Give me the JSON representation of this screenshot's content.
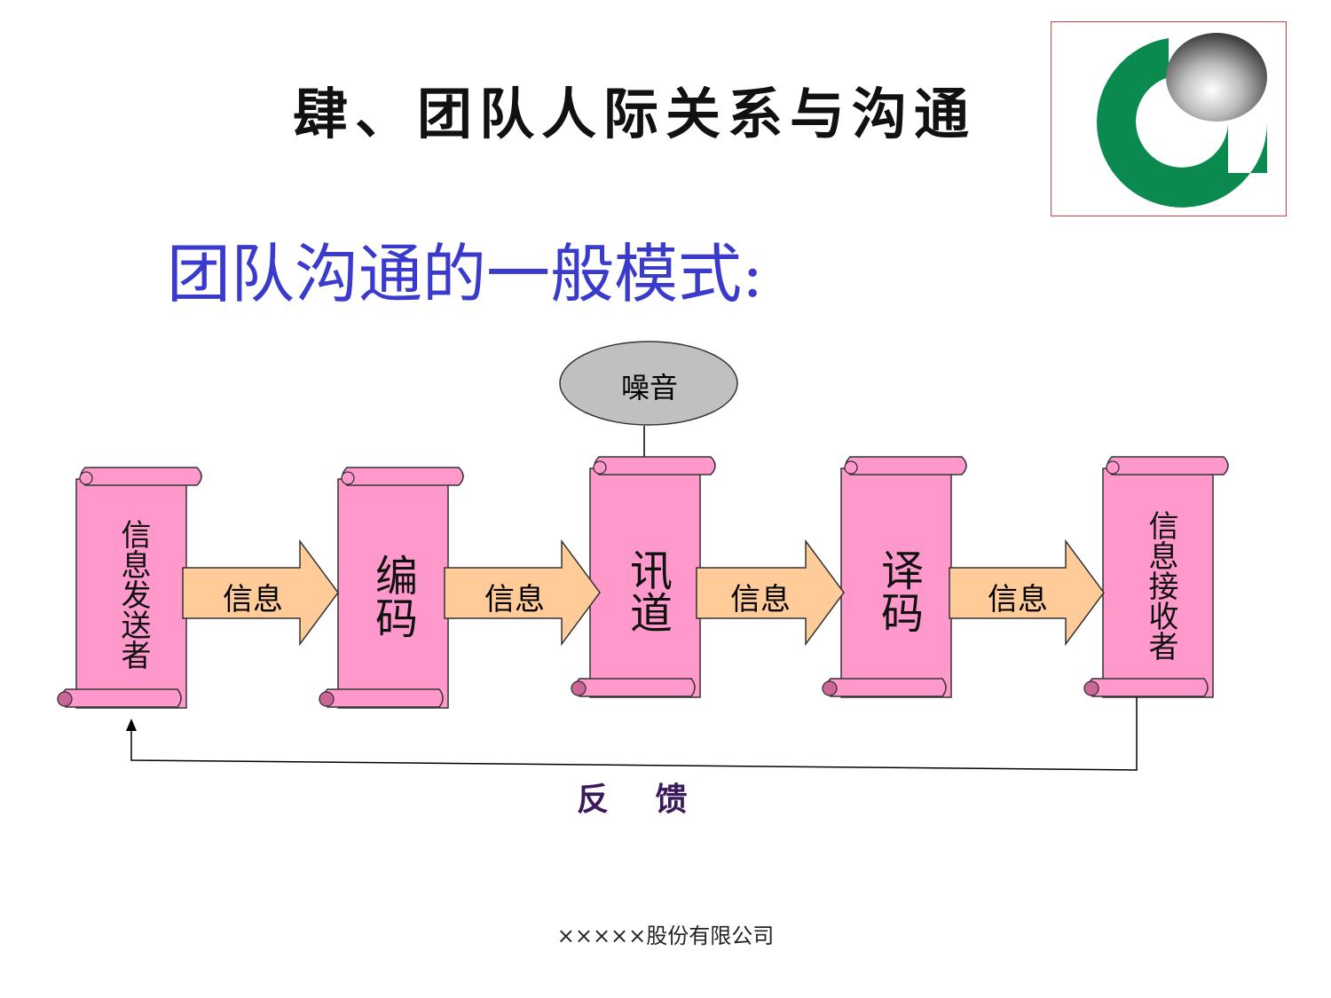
{
  "header": {
    "title": "肆、团队人际关系与沟通",
    "subtitle": "团队沟通的一般模式:"
  },
  "logo": {
    "name": "company-logo-icon",
    "ring_color": "#0a8a4e",
    "ball_color": "#9a9a9a"
  },
  "diagram": {
    "noise": "噪音",
    "nodes": [
      {
        "id": "sender",
        "label": "信息发送者"
      },
      {
        "id": "encode",
        "label": "编码"
      },
      {
        "id": "channel",
        "label": "讯道"
      },
      {
        "id": "decode",
        "label": "译码"
      },
      {
        "id": "receiver",
        "label": "信息接收者"
      }
    ],
    "arrows": [
      {
        "label": "信息"
      },
      {
        "label": "信息"
      },
      {
        "label": "信息"
      },
      {
        "label": "信息"
      }
    ],
    "feedback": "反 馈",
    "colors": {
      "scroll": "#ff99cc",
      "arrow": "#ffcc99",
      "noise": "#c0c0c0"
    }
  },
  "footer": {
    "company": "×××××股份有限公司"
  }
}
